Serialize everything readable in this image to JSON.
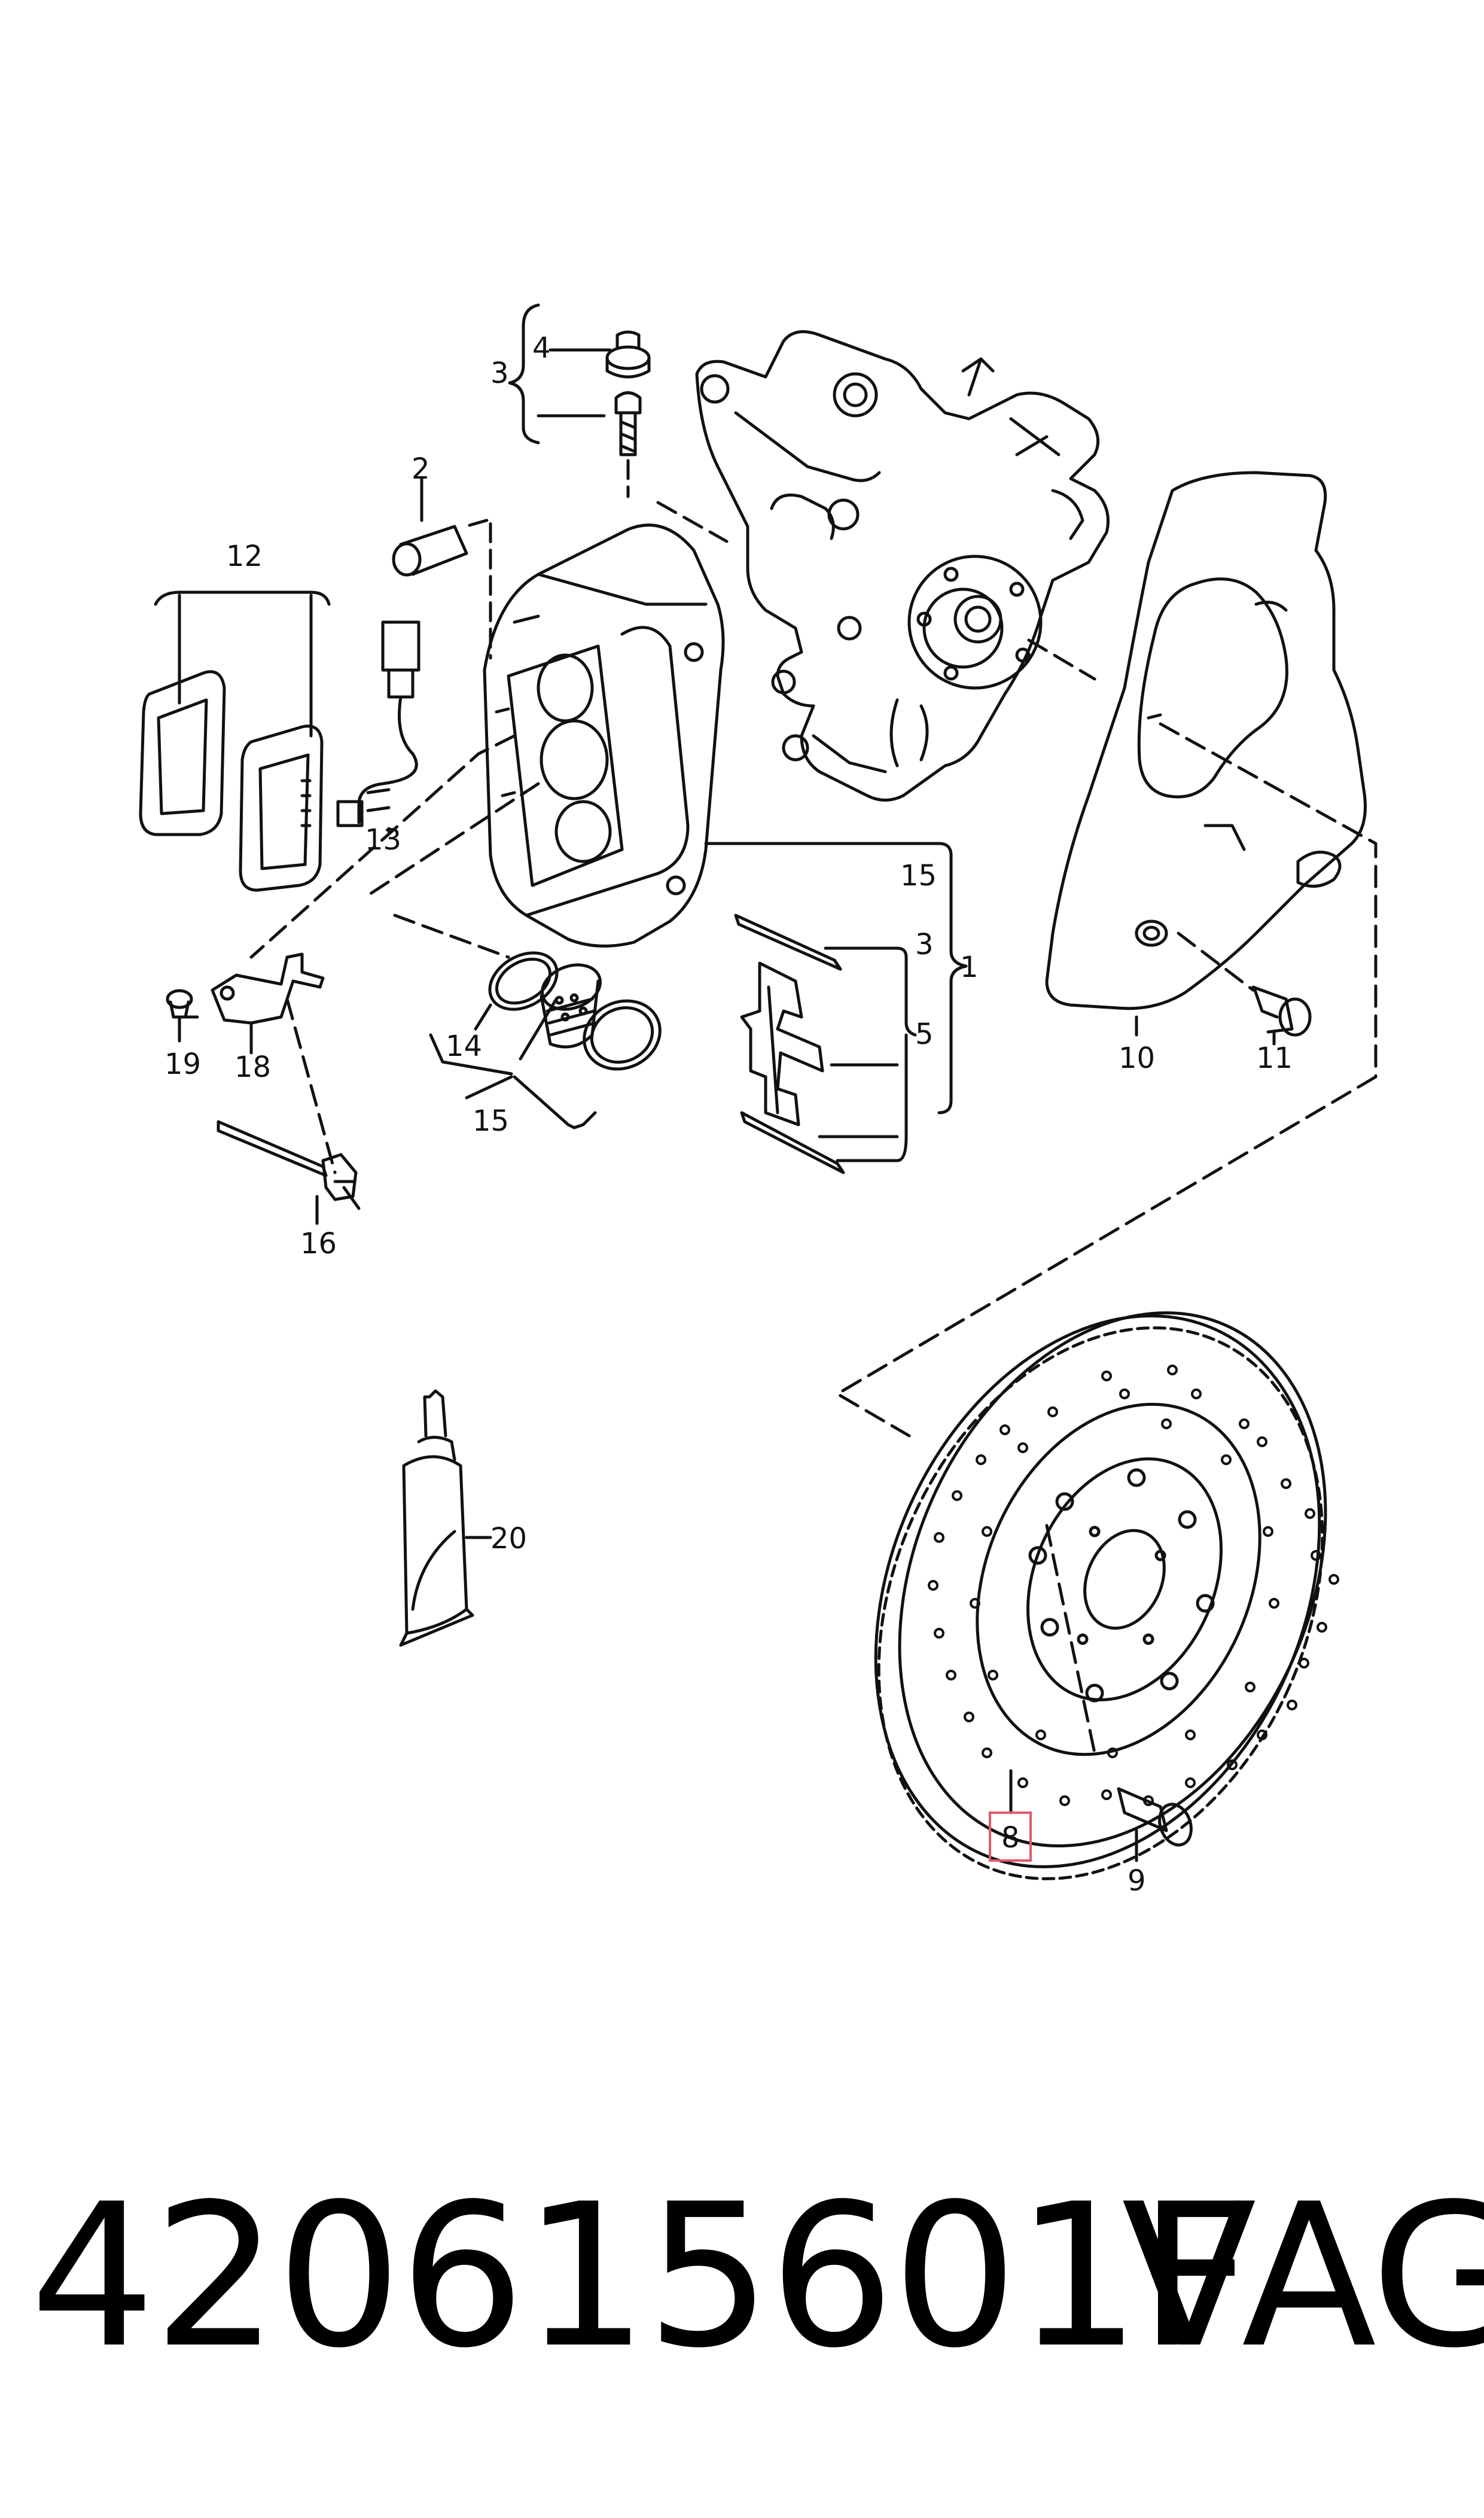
{
  "labels": {
    "l1": "1",
    "l2": "2",
    "l3a": "3",
    "l3b": "3",
    "l4": "4",
    "l5": "5",
    "l8": "8",
    "l9": "9",
    "l10": "10",
    "l11": "11",
    "l12": "12",
    "l13": "13",
    "l14": "14",
    "l15a": "15",
    "l15b": "15",
    "l16": "16",
    "l18": "18",
    "l19": "19",
    "l20": "20"
  },
  "highlight_color": "#e05a6a",
  "footer": {
    "part_number": "420615601F",
    "brand": "VAG"
  }
}
